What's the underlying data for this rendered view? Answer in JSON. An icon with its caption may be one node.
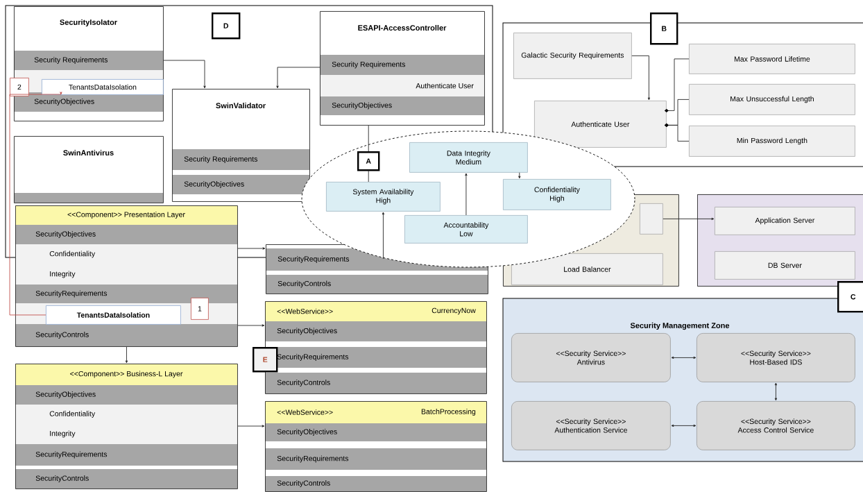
{
  "diagram": {
    "nodes": [
      {
        "text": [
          "D"
        ]
      },
      {
        "text": [
          "SecurityIsolator",
          "Security Requirements",
          "SecurityObjectives"
        ],
        "in": 0
      },
      {
        "text": [
          "TenantsDataIsolation"
        ],
        "in": 1,
        "beside": [
          "2"
        ]
      },
      {
        "text": [
          "ESAPI-AccessController",
          "Security Requirements",
          "Authenticate User",
          "SecurityObjectives"
        ],
        "in": 0
      },
      {
        "text": [
          "SwinValidator",
          "Security Requirements",
          "SecurityObjectives"
        ],
        "in": 0
      },
      {
        "text": [
          "SwinAntivirus"
        ],
        "in": 0
      },
      {
        "text": [
          "<<Component>> Presentation Layer",
          "SecurityObjectives",
          "Confidentiality",
          "Integrity",
          "SecurityRequirements",
          "SecurityControls"
        ]
      },
      {
        "text": [
          "TenantsDataIsolation"
        ],
        "in": 6,
        "beside": [
          "1"
        ]
      },
      {
        "text": [
          "<<Component>> Business-L Layer",
          "SecurityObjectives",
          "Confidentiality",
          "Integrity",
          "SecurityRequirements",
          "SecurityControls"
        ]
      },
      {
        "text": [
          "SecurityRequirements",
          "SecurityControls"
        ]
      },
      {
        "text": [
          "A"
        ],
        "in": 0
      },
      {
        "text": [
          "Data Integrity",
          "Medium"
        ]
      },
      {
        "text": [
          "System Availability",
          "High"
        ],
        "in": 0
      },
      {
        "text": [
          "Confidentiality",
          "High"
        ]
      },
      {
        "text": [
          "Accountability",
          "Low"
        ]
      },
      {
        "text": [
          "<<WebService>>",
          "CurrencyNow",
          "SecurityObjectives",
          "SecurityRequirements",
          "SecurityControls"
        ]
      },
      {
        "text": [
          "E"
        ]
      },
      {
        "text": [
          "<<WebService>>",
          "BatchProcessing",
          "SecurityObjectives",
          "SecurityRequirements",
          "SecurityControls"
        ]
      },
      {
        "text": [
          "B"
        ]
      },
      {
        "text": [
          "Galactic Security Requirements"
        ],
        "in": 18
      },
      {
        "text": [
          "Authenticate User"
        ],
        "in": 18
      },
      {
        "text": [
          "Max Password Lifetime"
        ],
        "in": 18
      },
      {
        "text": [
          "Max Unsuccessful Length"
        ],
        "in": 18
      },
      {
        "text": [
          "Min Password Length"
        ],
        "in": 18
      },
      {
        "text": [],
        "shape": "box"
      },
      {
        "text": [],
        "shape": "box",
        "in": 24
      },
      {
        "text": [
          "Load Balancer"
        ],
        "in": 24
      },
      {
        "text": [],
        "shape": "box"
      },
      {
        "text": [
          "Application Server"
        ],
        "in": 27
      },
      {
        "text": [
          "DB Server"
        ],
        "in": 27
      },
      {
        "text": [
          "C",
          "Security Management Zone"
        ]
      },
      {
        "text": [
          "<<Security Service>>",
          "Antivirus"
        ],
        "in": 30
      },
      {
        "text": [
          "<<Security Service>>",
          "Host-Based IDS"
        ],
        "in": 30
      },
      {
        "text": [
          "<<Security Service>>",
          "Authentication Service"
        ],
        "in": 30
      },
      {
        "text": [
          "<<Security Service>>",
          "Access Control Service"
        ],
        "in": 30
      }
    ],
    "edges": [
      {
        "from": 1,
        "to": 4,
        "arrow": "to"
      },
      {
        "from": 3,
        "to": 4,
        "arrow": "to"
      },
      {
        "from": 3,
        "to": 10,
        "arrow": "none"
      },
      {
        "from": 10,
        "to": 12,
        "arrow": "none"
      },
      {
        "from": 9,
        "to": 12,
        "arrow": "to"
      },
      {
        "from": 14,
        "to": 11,
        "arrow": "to"
      },
      {
        "from": 11,
        "to": 13,
        "arrow": "to"
      },
      {
        "from": 7,
        "to": 2,
        "arrow": "to",
        "color": "#c0504d"
      },
      {
        "from": 6,
        "to": 9,
        "arrow": "to"
      },
      {
        "from": 6,
        "to": 15,
        "arrow": "to"
      },
      {
        "from": 6,
        "to": 8,
        "arrow": "to"
      },
      {
        "from": 8,
        "to": 17,
        "arrow": "to"
      },
      {
        "from": 19,
        "to": 20,
        "arrow": "to"
      },
      {
        "from": 21,
        "to": 20,
        "arrow": "other"
      },
      {
        "from": 22,
        "to": 20,
        "arrow": "other"
      },
      {
        "from": 23,
        "to": 20,
        "arrow": "other"
      },
      {
        "from": 25,
        "to": 28,
        "arrow": "to"
      },
      {
        "from": 31,
        "to": 32,
        "arrow": "both"
      },
      {
        "from": 32,
        "to": 34,
        "arrow": "both"
      },
      {
        "from": 33,
        "to": 34,
        "arrow": "both"
      }
    ]
  }
}
